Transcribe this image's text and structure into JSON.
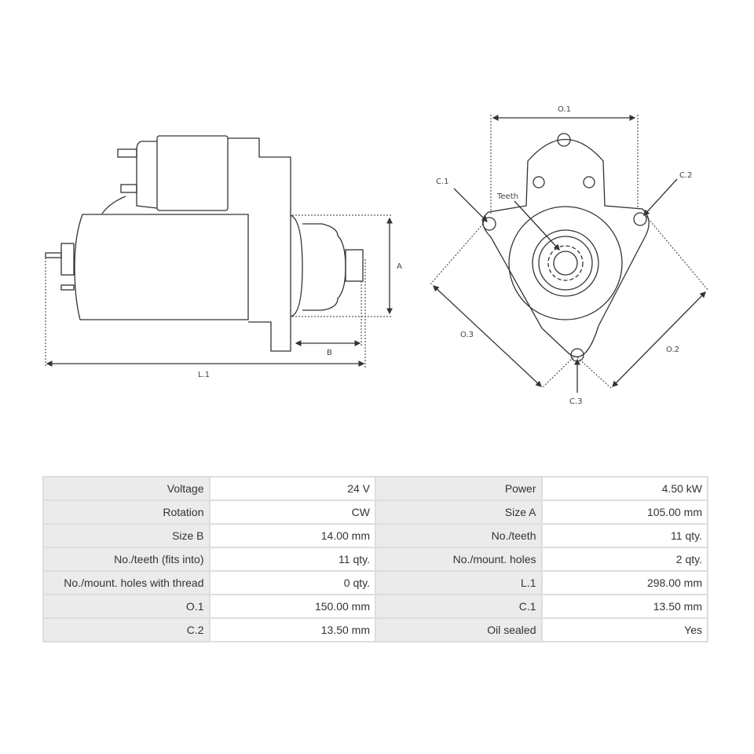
{
  "drawing": {
    "side_view_labels": {
      "a": "A",
      "b": "B",
      "l1": "L.1"
    },
    "front_view_labels": {
      "o1": "O.1",
      "o2": "O.2",
      "o3": "O.3",
      "c1": "C.1",
      "c2": "C.2",
      "c3": "C.3",
      "teeth": "Teeth"
    }
  },
  "specs": [
    [
      {
        "k": "Voltage",
        "v": "24 V"
      },
      {
        "k": "Power",
        "v": "4.50 kW"
      }
    ],
    [
      {
        "k": "Rotation",
        "v": "CW"
      },
      {
        "k": "Size A",
        "v": "105.00 mm"
      }
    ],
    [
      {
        "k": "Size B",
        "v": "14.00 mm"
      },
      {
        "k": "No./teeth",
        "v": "11 qty."
      }
    ],
    [
      {
        "k": "No./teeth (fits into)",
        "v": "11 qty."
      },
      {
        "k": "No./mount. holes",
        "v": "2 qty."
      }
    ],
    [
      {
        "k": "No./mount. holes with thread",
        "v": "0 qty."
      },
      {
        "k": "L.1",
        "v": "298.00 mm"
      }
    ],
    [
      {
        "k": "O.1",
        "v": "150.00 mm"
      },
      {
        "k": "C.1",
        "v": "13.50 mm"
      }
    ],
    [
      {
        "k": "C.2",
        "v": "13.50 mm"
      },
      {
        "k": "Oil sealed",
        "v": "Yes"
      }
    ]
  ]
}
